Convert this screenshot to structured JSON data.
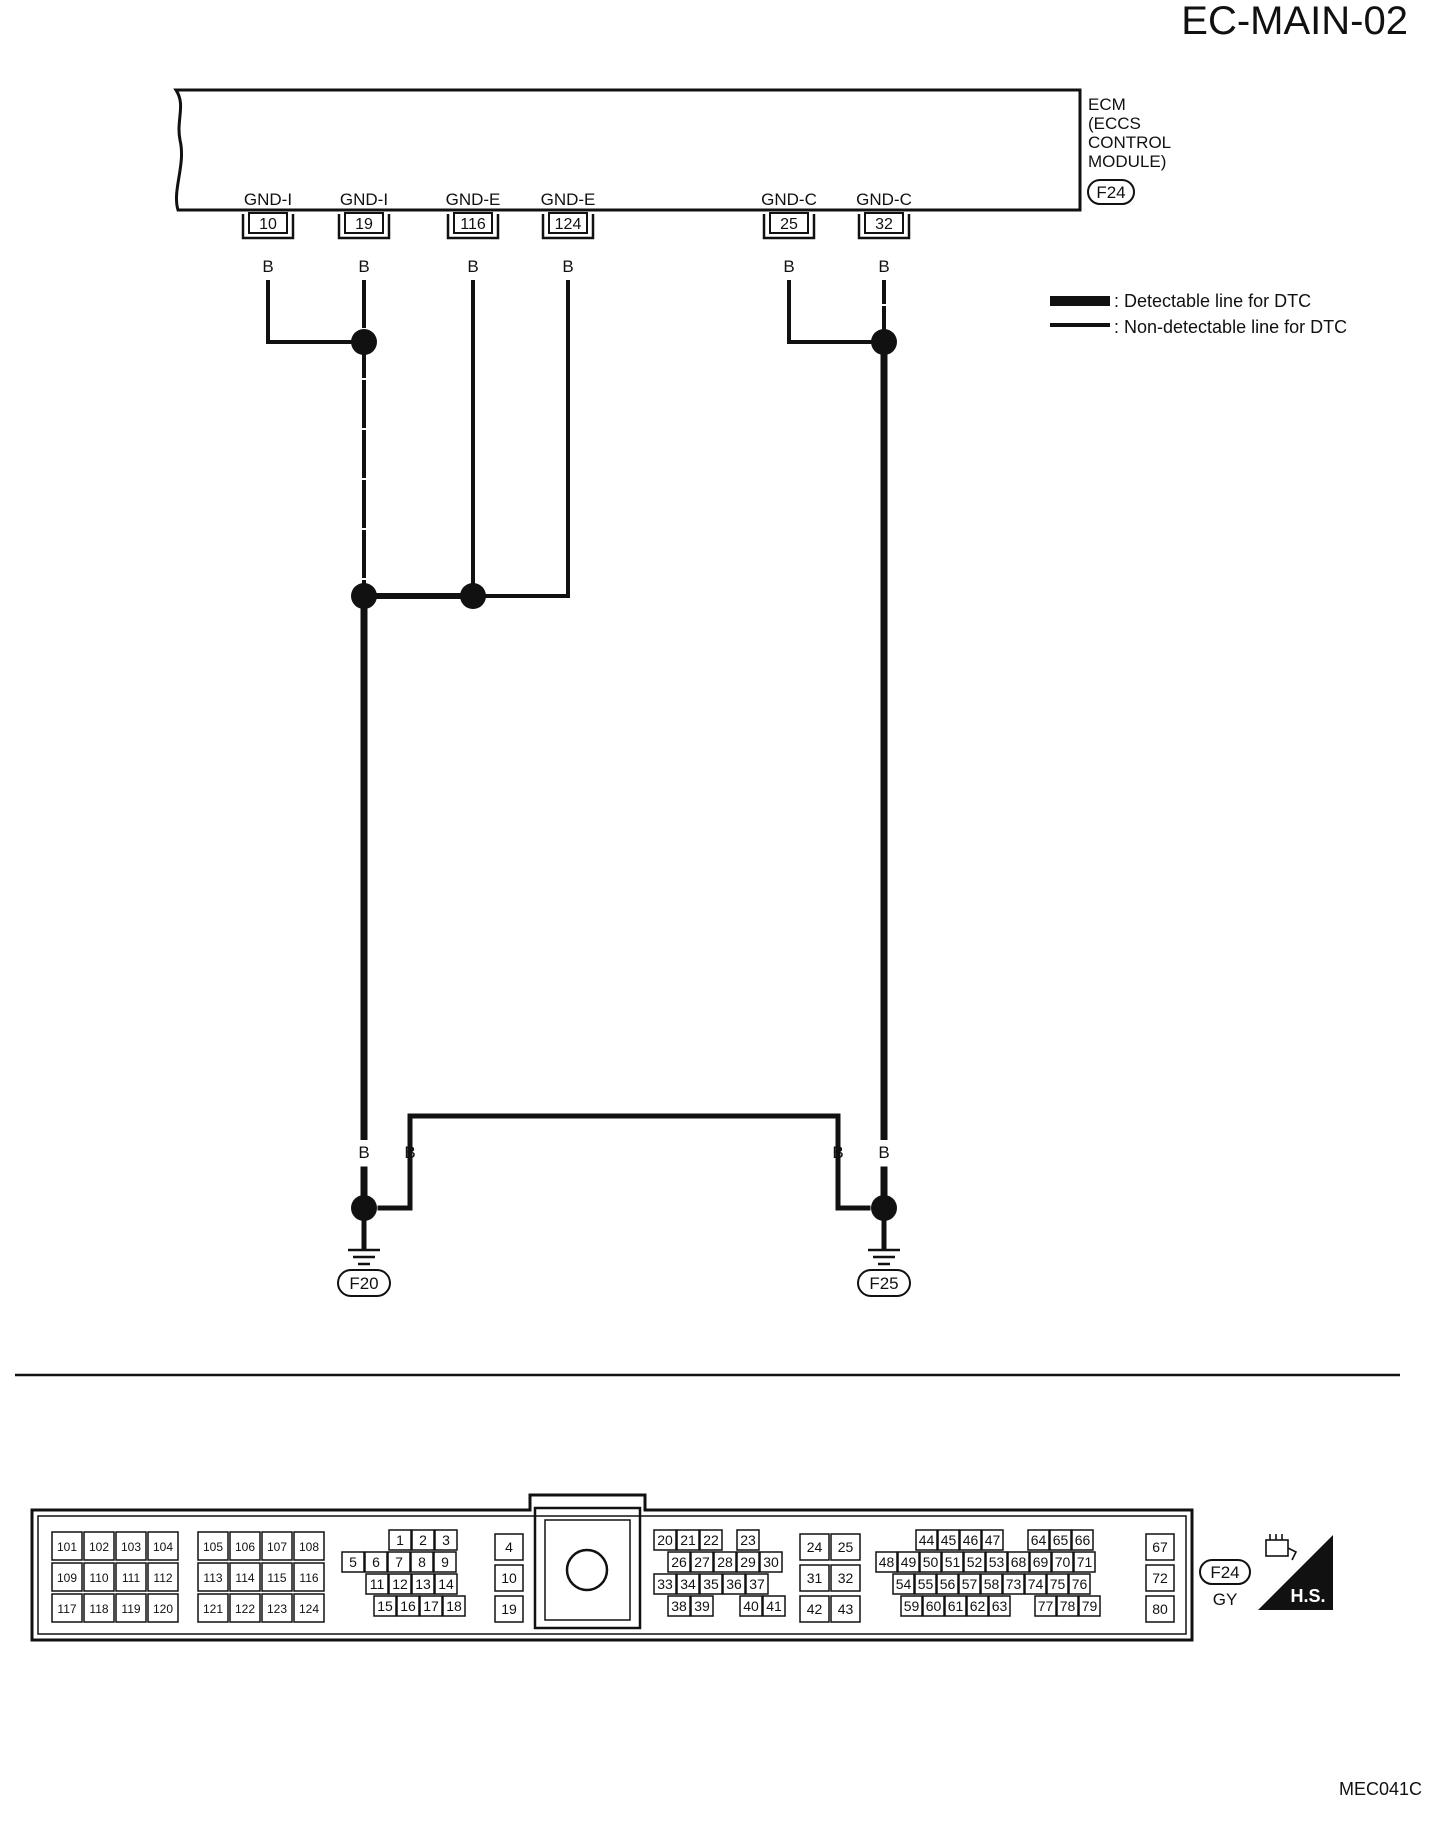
{
  "page_title": "EC-MAIN-02",
  "figure_id": "MEC041C",
  "ecm": {
    "label_lines": [
      "ECM",
      "(ECCS",
      "CONTROL",
      "MODULE)"
    ],
    "connector": "F24"
  },
  "terminals": [
    {
      "label": "GND-I",
      "pin": "10",
      "wire": "B"
    },
    {
      "label": "GND-I",
      "pin": "19",
      "wire": "B"
    },
    {
      "label": "GND-E",
      "pin": "116",
      "wire": "B"
    },
    {
      "label": "GND-E",
      "pin": "124",
      "wire": "B"
    },
    {
      "label": "GND-C",
      "pin": "25",
      "wire": "B"
    },
    {
      "label": "GND-C",
      "pin": "32",
      "wire": "B"
    }
  ],
  "legend": {
    "detectable": ": Detectable line for DTC",
    "non_detectable": ": Non-detectable line for DTC"
  },
  "bottom_wires": [
    "B",
    "B",
    "B",
    "B"
  ],
  "grounds": [
    "F20",
    "F25"
  ],
  "connector_face": {
    "code": "F24",
    "color": "GY",
    "hs_label": "H.S.",
    "block_a": [
      [
        "101",
        "102",
        "103",
        "104"
      ],
      [
        "109",
        "110",
        "111",
        "112"
      ],
      [
        "117",
        "118",
        "119",
        "120"
      ]
    ],
    "block_b": [
      [
        "105",
        "106",
        "107",
        "108"
      ],
      [
        "113",
        "114",
        "115",
        "116"
      ],
      [
        "121",
        "122",
        "123",
        "124"
      ]
    ],
    "block_c": [
      [
        "1",
        "2",
        "3"
      ],
      [
        "5",
        "6",
        "7",
        "8",
        "9"
      ],
      [
        "11",
        "12",
        "13",
        "14"
      ],
      [
        "15",
        "16",
        "17",
        "18"
      ]
    ],
    "block_d": [
      "4",
      "10",
      "19"
    ],
    "block_e": [
      [
        "20",
        "21",
        "22",
        "23"
      ],
      [
        "26",
        "27",
        "28",
        "29",
        "30"
      ],
      [
        "33",
        "34",
        "35",
        "36",
        "37"
      ],
      [
        "38",
        "39",
        "40",
        "41"
      ]
    ],
    "block_f": [
      [
        "24",
        "25"
      ],
      [
        "31",
        "32"
      ],
      [
        "42",
        "43"
      ]
    ],
    "block_g": [
      [
        "44",
        "45",
        "46",
        "47",
        "64",
        "65",
        "66"
      ],
      [
        "48",
        "49",
        "50",
        "51",
        "52",
        "53",
        "68",
        "69",
        "70",
        "71"
      ],
      [
        "54",
        "55",
        "56",
        "57",
        "58",
        "73",
        "74",
        "75",
        "76"
      ],
      [
        "59",
        "60",
        "61",
        "62",
        "63",
        "77",
        "78",
        "79"
      ]
    ],
    "block_h": [
      "67",
      "72",
      "80"
    ]
  }
}
